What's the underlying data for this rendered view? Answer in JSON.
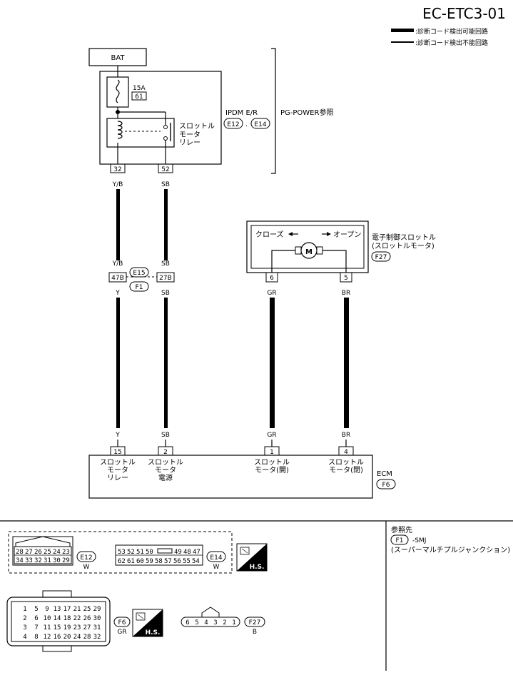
{
  "page_code": "EC-ETC3-01",
  "legend": [
    {
      "line": "thick",
      "label": ":診断コード検出可能回路"
    },
    {
      "line": "thin",
      "label": ":診断コード検出不能回路"
    }
  ],
  "bat": "BAT",
  "fuse": {
    "rating": "15A",
    "number": "61"
  },
  "relay_label": [
    "スロットル",
    "モータ",
    "リレー"
  ],
  "ipdm": {
    "name": "IPDM E/R",
    "connectors": [
      "E12",
      "E14"
    ],
    "sep": "."
  },
  "pg_power": "PG-POWER参照",
  "ipdm_pins": [
    {
      "pin": "32",
      "wire_top": "Y/B",
      "wire_bottom": "Y/B"
    },
    {
      "pin": "52",
      "wire_top": "SB",
      "wire_bottom": "SB"
    }
  ],
  "joint": {
    "pins": [
      "47B",
      "27B"
    ],
    "connectors": [
      "E15",
      "F1"
    ],
    "wires_below": [
      "Y",
      "SB"
    ]
  },
  "throttle": {
    "title": [
      "電子制御スロットル",
      "(スロットルモータ)"
    ],
    "connector": "F27",
    "close": "クローズ",
    "open": "オープン",
    "motor": "M",
    "pins": [
      {
        "pin": "6",
        "wire": "GR"
      },
      {
        "pin": "5",
        "wire": "BR"
      }
    ]
  },
  "ecm": {
    "name": "ECM",
    "connector": "F6",
    "pins": [
      {
        "pin": "15",
        "wire": "Y",
        "label": [
          "スロットル",
          "モータ",
          "リレー"
        ]
      },
      {
        "pin": "2",
        "wire": "SB",
        "label": [
          "スロットル",
          "モータ",
          "電源"
        ]
      },
      {
        "pin": "1",
        "wire": "GR",
        "label": [
          "スロットル",
          "モータ(開)"
        ]
      },
      {
        "pin": "4",
        "wire": "BR",
        "label": [
          "スロットル",
          "モータ(閉)"
        ]
      }
    ]
  },
  "connector_views": {
    "e12": {
      "id": "E12",
      "color": "W",
      "row1": [
        "28",
        "27",
        "26",
        "25",
        "24",
        "23"
      ],
      "row2": [
        "34",
        "33",
        "32",
        "31",
        "30",
        "29"
      ]
    },
    "e14": {
      "id": "E14",
      "color": "W",
      "row1": [
        "53",
        "52",
        "51",
        "50",
        "",
        "49",
        "48",
        "47"
      ],
      "row2": [
        "62",
        "61",
        "60",
        "59",
        "58",
        "57",
        "56",
        "55",
        "54"
      ]
    },
    "f6": {
      "id": "F6",
      "color": "GR",
      "rows": [
        [
          "1",
          "5",
          "9",
          "13",
          "17",
          "21",
          "25",
          "29"
        ],
        [
          "2",
          "6",
          "10",
          "14",
          "18",
          "22",
          "26",
          "30"
        ],
        [
          "3",
          "7",
          "11",
          "15",
          "19",
          "23",
          "27",
          "31"
        ],
        [
          "4",
          "8",
          "12",
          "16",
          "20",
          "24",
          "28",
          "32"
        ]
      ]
    },
    "f27": {
      "id": "F27",
      "color": "B",
      "pins": [
        "6",
        "5",
        "4",
        "3",
        "2",
        "1"
      ]
    },
    "hs": "H.S."
  },
  "reference": {
    "title": "参照先",
    "connector": "F1",
    "text": "-SMJ",
    "desc": "(スーパーマルチプルジャンクション)"
  }
}
